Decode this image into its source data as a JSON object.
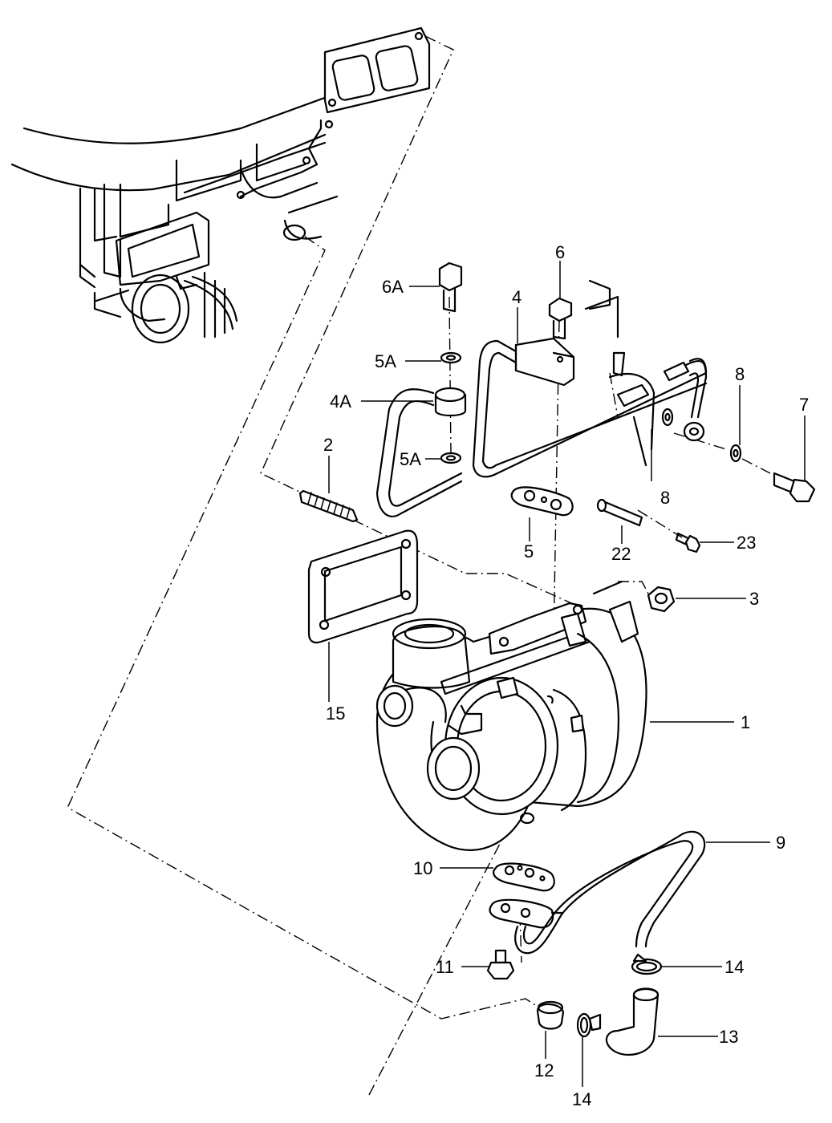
{
  "diagram": {
    "colors": {
      "line": "#000000",
      "background": "#ffffff"
    },
    "callouts": [
      {
        "id": "1",
        "text": "1"
      },
      {
        "id": "2",
        "text": "2"
      },
      {
        "id": "3",
        "text": "3"
      },
      {
        "id": "4",
        "text": "4"
      },
      {
        "id": "4A",
        "text": "4A"
      },
      {
        "id": "5",
        "text": "5"
      },
      {
        "id": "5A_top",
        "text": "5A"
      },
      {
        "id": "5A_bottom",
        "text": "5A"
      },
      {
        "id": "6",
        "text": "6"
      },
      {
        "id": "6A",
        "text": "6A"
      },
      {
        "id": "7",
        "text": "7"
      },
      {
        "id": "8_top",
        "text": "8"
      },
      {
        "id": "8_bottom",
        "text": "8"
      },
      {
        "id": "9",
        "text": "9"
      },
      {
        "id": "10",
        "text": "10"
      },
      {
        "id": "11",
        "text": "11"
      },
      {
        "id": "12",
        "text": "12"
      },
      {
        "id": "13",
        "text": "13"
      },
      {
        "id": "14_right",
        "text": "14"
      },
      {
        "id": "14_bottom",
        "text": "14"
      },
      {
        "id": "15",
        "text": "15"
      },
      {
        "id": "22",
        "text": "22"
      },
      {
        "id": "23",
        "text": "23"
      }
    ]
  }
}
